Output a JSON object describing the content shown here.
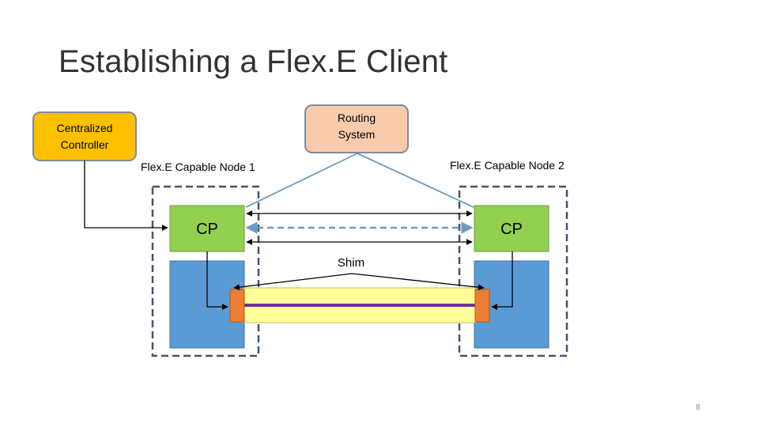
{
  "slide": {
    "title": "Establishing a Flex.E Client",
    "page_number": "8"
  },
  "diagram": {
    "centralized_controller": {
      "line1": "Centralized",
      "line2": "Controller"
    },
    "routing_system": {
      "line1": "Routing",
      "line2": "System"
    },
    "node1_label": "Flex.E Capable Node 1",
    "node2_label": "Flex.E Capable Node 2",
    "cp_left": "CP",
    "cp_right": "CP",
    "shim_label": "Shim"
  },
  "colors": {
    "controller_fill": "#FFC000",
    "routing_fill": "#F8CBAD",
    "cp_fill": "#92D050",
    "node_fill": "#5B9BD5",
    "shim_fill": "#ED7D31",
    "link_fill": "#FFFF99",
    "link_stripe": "#7030A0",
    "dashed_border": "#44546A",
    "routing_line": "#6B9BC3"
  }
}
